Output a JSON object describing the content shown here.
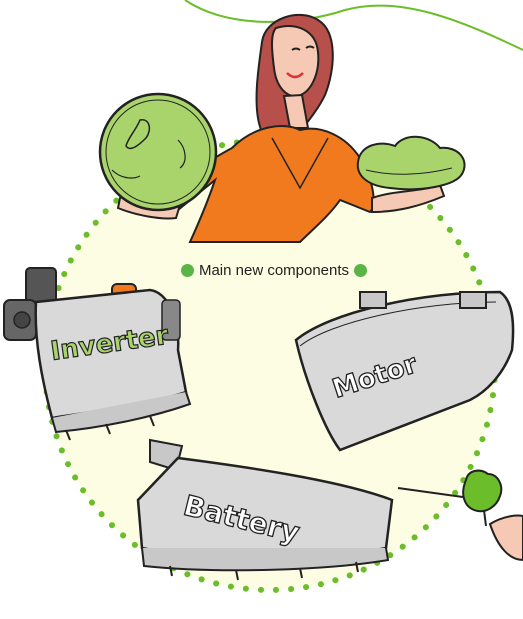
{
  "caption": {
    "text": "Main new components",
    "bullet_color": "#5bb446"
  },
  "components": {
    "inverter": "Inverter",
    "motor": "Motor",
    "battery": "Battery"
  },
  "colors": {
    "circle_fill": "#fdfde3",
    "dot_green": "#6cbd2a",
    "leaf_green": "#a9d46c",
    "shirt_orange": "#f27a1e",
    "hair_red": "#b7504a",
    "skin": "#f5c9b3",
    "metal_gray": "#d9d9d9"
  }
}
